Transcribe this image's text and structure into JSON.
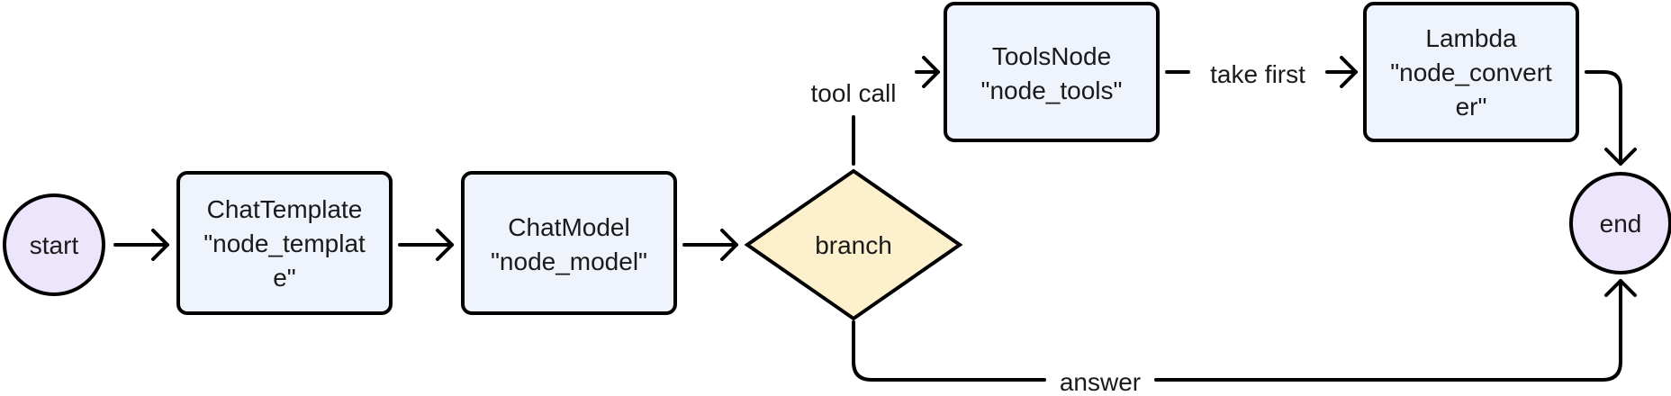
{
  "colors": {
    "circle_fill": "#ece5fb",
    "box_fill": "#eef3fc",
    "diamond_fill": "#fdf0cc",
    "stroke": "#000000",
    "text": "#1a1a1a"
  },
  "nodes": {
    "start": {
      "label": "start"
    },
    "template": {
      "lines": [
        "ChatTemplate",
        "\"node_templat",
        "e\""
      ]
    },
    "model": {
      "lines": [
        "ChatModel",
        "\"node_model\""
      ]
    },
    "branch": {
      "label": "branch"
    },
    "tools": {
      "lines": [
        "ToolsNode",
        "\"node_tools\""
      ]
    },
    "converter": {
      "lines": [
        "Lambda",
        "\"node_convert",
        "er\""
      ]
    },
    "end": {
      "label": "end"
    }
  },
  "edges": {
    "tool_call": "tool call",
    "take_first": "take first",
    "answer": "answer"
  }
}
